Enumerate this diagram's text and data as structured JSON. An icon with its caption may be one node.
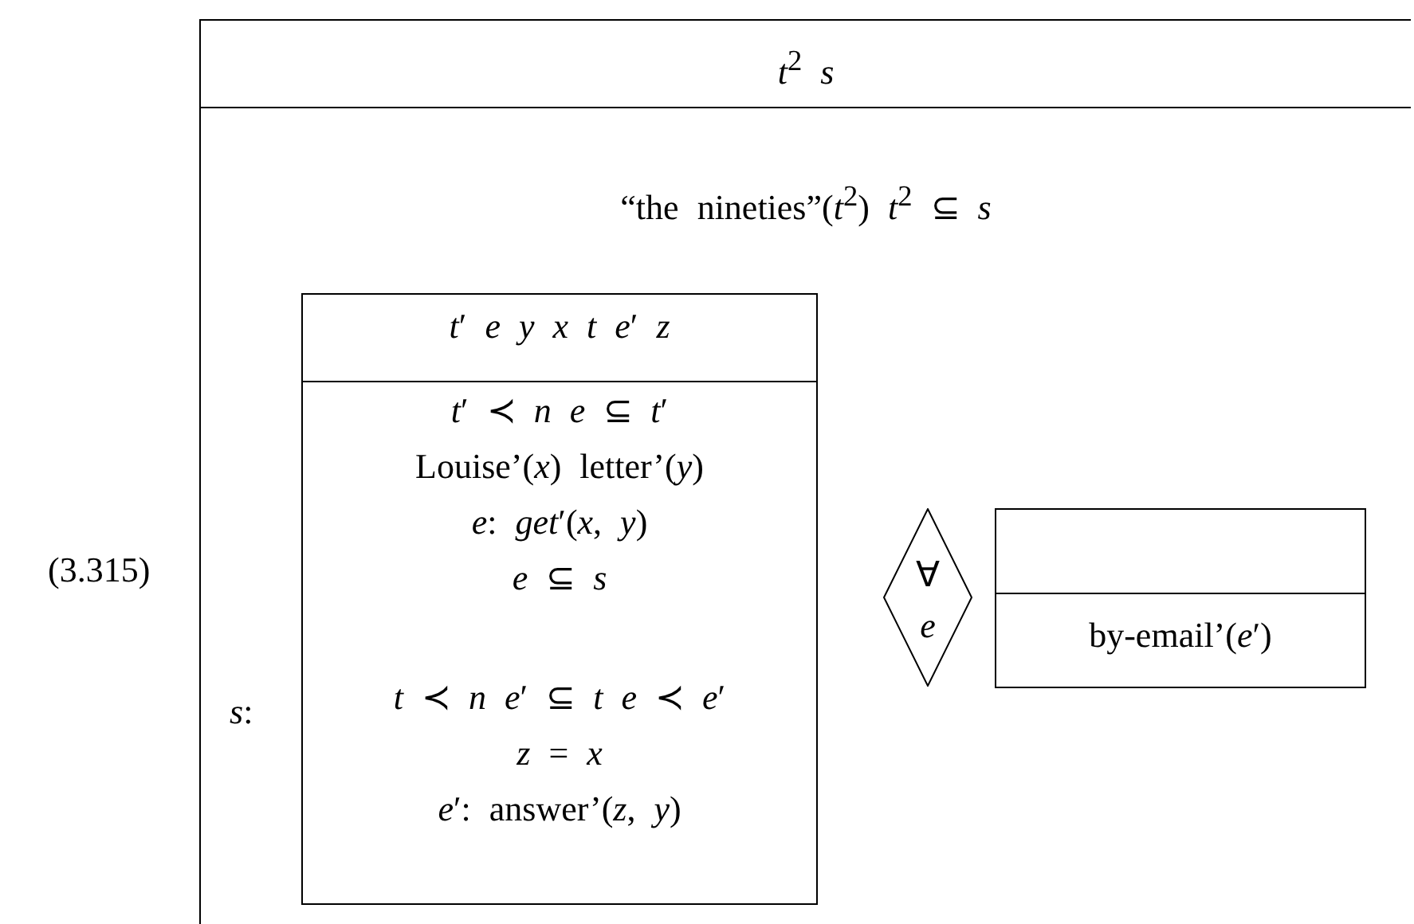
{
  "diagram": {
    "nodes": [
      {
        "text": [
          "*t*$^{2}$ *s*",
          "“the nineties”(*t*$^{2}$) *t*$^{2}$ ⊆ *s*"
        ]
      },
      {
        "text": [
          "*t*′ *e* *y* *x* *t* *e*′ *z*",
          "*t*′ ≺ *n* *e* ⊆ *t*′",
          "Louise’(*x*) letter’(*y*)",
          "*e*: *get*′(*x*, *y*)",
          "*e* ⊆ *s*",
          "*t* ≺ *n* *e*′ ⊆ *t* *e* ≺ *e*′",
          "*z* = *x*",
          "*e*′: answer’(*z*, *y*)"
        ],
        "in": 0
      },
      {
        "text": [
          "∀",
          "*e*"
        ],
        "in": 0
      },
      {
        "text": [
          "by-email’(*e*′)"
        ],
        "in": 0
      }
    ],
    "labels": [
      "(3.315)",
      "*s*:"
    ]
  }
}
